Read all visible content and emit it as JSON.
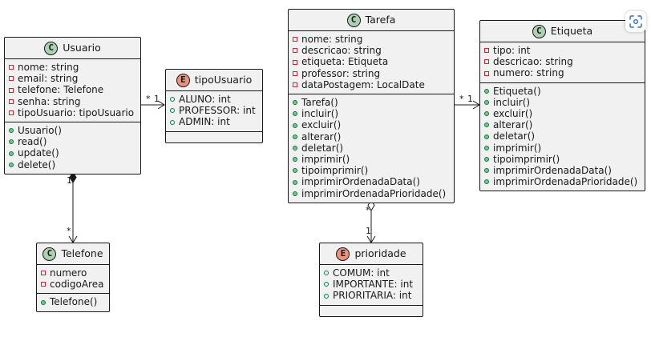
{
  "diagram": {
    "classes": [
      {
        "id": "usuario",
        "stereotype": "C",
        "name": "Usuario",
        "attributes": [
          {
            "vis": "private",
            "text": "nome: string"
          },
          {
            "vis": "private",
            "text": "email: string"
          },
          {
            "vis": "private",
            "text": "telefone: Telefone"
          },
          {
            "vis": "private",
            "text": "senha: string"
          },
          {
            "vis": "private",
            "text": "tipoUsuario: tipoUsuario"
          }
        ],
        "methods": [
          {
            "vis": "public",
            "text": "Usuario()"
          },
          {
            "vis": "public",
            "text": "read()"
          },
          {
            "vis": "public",
            "text": "update()"
          },
          {
            "vis": "public",
            "text": "delete()"
          }
        ]
      },
      {
        "id": "tipousuario",
        "stereotype": "E",
        "name": "tipoUsuario",
        "attributes": [
          {
            "vis": "public-open",
            "text": "ALUNO: int"
          },
          {
            "vis": "public-open",
            "text": "PROFESSOR: int"
          },
          {
            "vis": "public-open",
            "text": "ADMIN: int"
          }
        ],
        "methods": []
      },
      {
        "id": "telefone",
        "stereotype": "C",
        "name": "Telefone",
        "attributes": [
          {
            "vis": "private",
            "text": "numero"
          },
          {
            "vis": "private",
            "text": "codigoArea"
          }
        ],
        "methods": [
          {
            "vis": "public",
            "text": "Telefone()"
          }
        ]
      },
      {
        "id": "tarefa",
        "stereotype": "C",
        "name": "Tarefa",
        "attributes": [
          {
            "vis": "private",
            "text": "nome: string"
          },
          {
            "vis": "private",
            "text": "descricao: string"
          },
          {
            "vis": "private",
            "text": "etiqueta: Etiqueta"
          },
          {
            "vis": "private",
            "text": "professor: string"
          },
          {
            "vis": "private",
            "text": "dataPostagem: LocalDate"
          }
        ],
        "methods": [
          {
            "vis": "public",
            "text": "Tarefa()"
          },
          {
            "vis": "public",
            "text": "incluir()"
          },
          {
            "vis": "public",
            "text": "excluir()"
          },
          {
            "vis": "public",
            "text": "alterar()"
          },
          {
            "vis": "public",
            "text": "deletar()"
          },
          {
            "vis": "public",
            "text": "imprimir()"
          },
          {
            "vis": "public",
            "text": "tipoimprimir()"
          },
          {
            "vis": "public",
            "text": "imprimirOrdenadaData()"
          },
          {
            "vis": "public",
            "text": "imprimirOrdenadaPrioridade()"
          }
        ]
      },
      {
        "id": "prioridade",
        "stereotype": "E",
        "name": "prioridade",
        "attributes": [
          {
            "vis": "public-open",
            "text": "COMUM: int"
          },
          {
            "vis": "public-open",
            "text": "IMPORTANTE: int"
          },
          {
            "vis": "public-open",
            "text": "PRIORITARIA: int"
          }
        ],
        "methods": []
      },
      {
        "id": "etiqueta",
        "stereotype": "C",
        "name": "Etiqueta",
        "attributes": [
          {
            "vis": "private",
            "text": "tipo: int"
          },
          {
            "vis": "private",
            "text": "descricao: string"
          },
          {
            "vis": "private",
            "text": "numero: string"
          }
        ],
        "methods": [
          {
            "vis": "public",
            "text": "Etiqueta()"
          },
          {
            "vis": "public",
            "text": "incluir()"
          },
          {
            "vis": "public",
            "text": "excluir()"
          },
          {
            "vis": "public",
            "text": "alterar()"
          },
          {
            "vis": "public",
            "text": "deletar()"
          },
          {
            "vis": "public",
            "text": "imprimir()"
          },
          {
            "vis": "public",
            "text": "tipoimprimir()"
          },
          {
            "vis": "public",
            "text": "imprimirOrdenadaData()"
          },
          {
            "vis": "public",
            "text": "imprimirOrdenadaPrioridade()"
          }
        ]
      }
    ],
    "relations": [
      {
        "id": "usuario-tipousuario",
        "from": "usuario",
        "to": "tipousuario",
        "type": "association",
        "source_mult": "*",
        "target_mult": "1"
      },
      {
        "id": "usuario-telefone",
        "from": "usuario",
        "to": "telefone",
        "type": "composition",
        "source_mult": "1",
        "target_mult": "*"
      },
      {
        "id": "tarefa-etiqueta",
        "from": "tarefa",
        "to": "etiqueta",
        "type": "association",
        "source_mult": "*",
        "target_mult": "1"
      },
      {
        "id": "tarefa-prioridade",
        "from": "tarefa",
        "to": "prioridade",
        "type": "aggregation",
        "source_mult": "*",
        "target_mult": "1"
      }
    ]
  },
  "colors": {
    "class_badge": "#add1b2",
    "enum_badge": "#eb937f",
    "class_fill": "#f1f1f1",
    "line": "#181818",
    "private_marker": "#c82930",
    "public_marker": "#84be84"
  },
  "corner_icon": "scan-icon"
}
